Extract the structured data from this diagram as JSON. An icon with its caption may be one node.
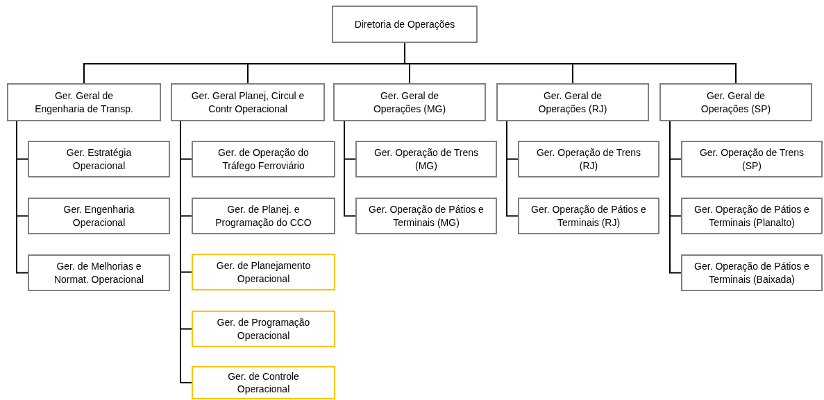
{
  "diagram": {
    "nodes": [
      {
        "text": [
          "Diretoria de Operações"
        ]
      },
      {
        "text": [
          "Ger. Geral de Engenharia de Transp."
        ]
      },
      {
        "text": [
          "Ger. Geral Planej, Circul e Contr Operacional"
        ]
      },
      {
        "text": [
          "Ger. Geral de Operações (MG)"
        ]
      },
      {
        "text": [
          "Ger. Geral de Operações (RJ)"
        ]
      },
      {
        "text": [
          "Ger. Geral de Operações (SP)"
        ]
      },
      {
        "text": [
          "Ger. Estratégia Operacional"
        ]
      },
      {
        "text": [
          "Ger. Engenharia Operacional"
        ]
      },
      {
        "text": [
          "Ger. de Melhorias e Normat. Operacional"
        ]
      },
      {
        "text": [
          "Ger. de Operação do Tráfego Ferroviário"
        ]
      },
      {
        "text": [
          "Ger. de Planej. e Programação do CCO"
        ]
      },
      {
        "text": [
          "Ger. de Planejamento Operacional"
        ]
      },
      {
        "text": [
          "Ger. de Programação Operacional"
        ]
      },
      {
        "text": [
          "Ger. de Controle Operacional"
        ]
      },
      {
        "text": [
          "Ger. Operação de Trens (MG)"
        ]
      },
      {
        "text": [
          "Ger. Operação de Pátios e Terminais (MG)"
        ]
      },
      {
        "text": [
          "Ger. Operação de Trens (RJ)"
        ]
      },
      {
        "text": [
          "Ger. Operação de Pátios e Terminais (RJ)"
        ]
      },
      {
        "text": [
          "Ger. Operação de Trens (SP)"
        ]
      },
      {
        "text": [
          "Ger. Operação de Pátios e Terminais (Planalto)"
        ]
      },
      {
        "text": [
          "Ger. Operação de Pátios e Terminais (Baixada)"
        ]
      }
    ],
    "edges": [
      {
        "from": 0,
        "to": 1,
        "arrow": "none"
      },
      {
        "from": 0,
        "to": 2,
        "arrow": "none"
      },
      {
        "from": 0,
        "to": 3,
        "arrow": "none"
      },
      {
        "from": 0,
        "to": 4,
        "arrow": "none"
      },
      {
        "from": 0,
        "to": 5,
        "arrow": "none"
      },
      {
        "from": 1,
        "to": 6,
        "arrow": "none"
      },
      {
        "from": 1,
        "to": 7,
        "arrow": "none"
      },
      {
        "from": 1,
        "to": 8,
        "arrow": "none"
      },
      {
        "from": 2,
        "to": 9,
        "arrow": "none"
      },
      {
        "from": 2,
        "to": 10,
        "arrow": "none"
      },
      {
        "from": 2,
        "to": 11,
        "arrow": "none"
      },
      {
        "from": 2,
        "to": 12,
        "arrow": "none"
      },
      {
        "from": 2,
        "to": 13,
        "arrow": "none"
      },
      {
        "from": 3,
        "to": 14,
        "arrow": "none"
      },
      {
        "from": 3,
        "to": 15,
        "arrow": "none"
      },
      {
        "from": 4,
        "to": 16,
        "arrow": "none"
      },
      {
        "from": 4,
        "to": 17,
        "arrow": "none"
      },
      {
        "from": 5,
        "to": 18,
        "arrow": "none"
      },
      {
        "from": 5,
        "to": 19,
        "arrow": "none"
      },
      {
        "from": 5,
        "to": 20,
        "arrow": "none"
      }
    ]
  }
}
